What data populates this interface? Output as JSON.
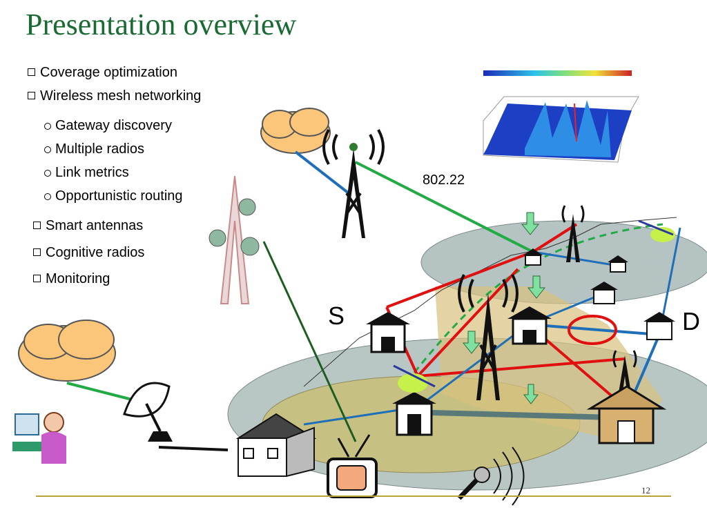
{
  "slide": {
    "title": "Presentation overview",
    "page_number": "12"
  },
  "bullets": [
    {
      "text": "Coverage optimization",
      "level": 1
    },
    {
      "text": "Wireless mesh networking",
      "level": 1
    },
    {
      "text": "Gateway discovery",
      "level": 2
    },
    {
      "text": "Multiple radios",
      "level": 2
    },
    {
      "text": "Link metrics",
      "level": 2
    },
    {
      "text": "Opportunistic routing",
      "level": 2
    },
    {
      "text": "Smart antennas",
      "level": 1
    },
    {
      "text": "Cognitive radios",
      "level": 1
    },
    {
      "text": "Monitoring",
      "level": 1
    }
  ],
  "diagram": {
    "label_standard": "802.22",
    "label_source": "S",
    "label_destination": "D"
  },
  "colors": {
    "title": "#1a6b33",
    "link_red": "#e01010",
    "link_blue": "#1f6fb8",
    "link_green": "#22aa44",
    "cloud": "#fbc67a",
    "footer_line": "#b8a23a"
  }
}
